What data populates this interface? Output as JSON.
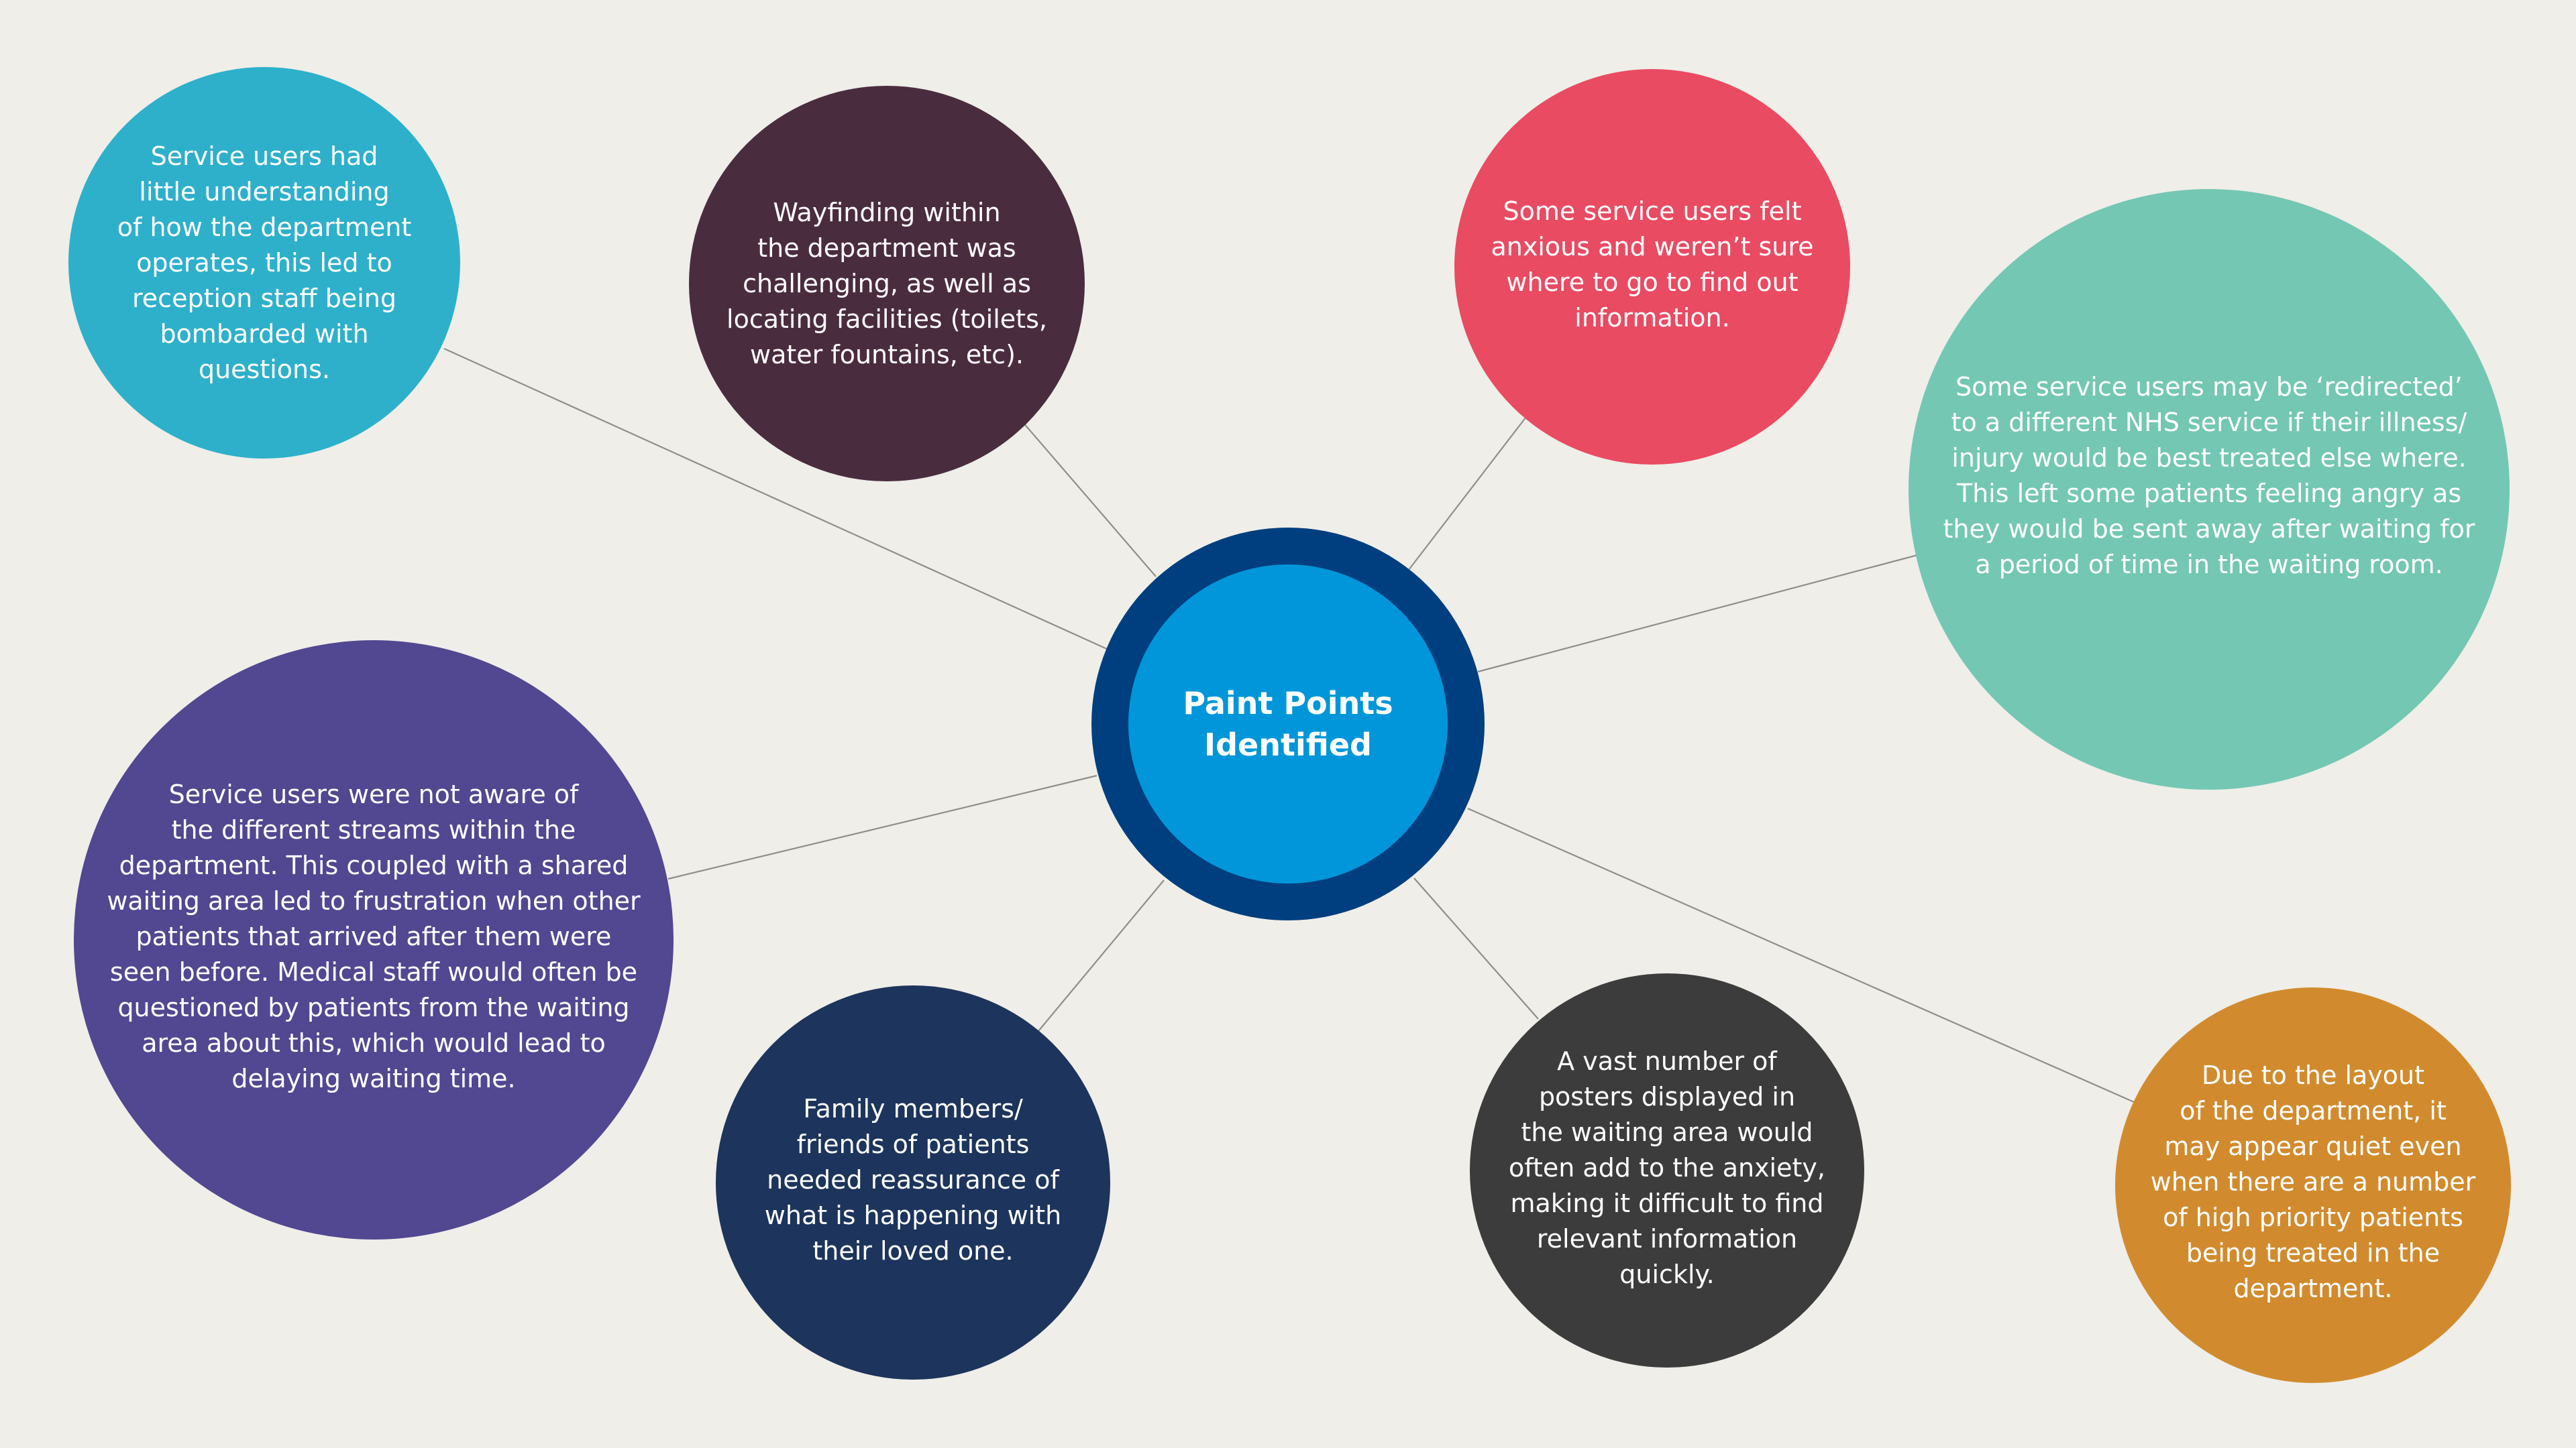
{
  "center": {
    "lines": [
      "Paint Points",
      "Identified"
    ]
  },
  "points": [
    {
      "id": "reception-questions",
      "color": "#2eb0cb",
      "lines": [
        "Service users had",
        "little understanding",
        "of how the department",
        "operates, this led to",
        "reception staff being",
        "bombarded with",
        "questions."
      ]
    },
    {
      "id": "wayfinding",
      "color": "#4a2c3f",
      "lines": [
        "Wayfinding within",
        "the department was",
        "challenging, as well as",
        "locating facilities (toilets,",
        "water fountains, etc)."
      ]
    },
    {
      "id": "anxious-information",
      "color": "#e94b62",
      "lines": [
        "Some service users felt",
        "anxious and weren’t sure",
        "where to go to find out",
        "information."
      ]
    },
    {
      "id": "redirected",
      "color": "#74c7b3",
      "lines": [
        "Some service users may be ‘redirected’",
        "to a different NHS service if their illness/",
        "injury would be best treated else where.",
        "This left some patients feeling angry  as",
        "they would be sent away after waiting for",
        "a period of time in the waiting room."
      ]
    },
    {
      "id": "streams-unaware",
      "color": "#524791",
      "lines": [
        "Service users were not aware of",
        "the different streams within the",
        "department. This coupled with a shared",
        "waiting area led to frustration when other",
        "patients that arrived after them were",
        "seen before. Medical staff would often be",
        "questioned by patients from the waiting",
        "area about this, which would lead to",
        "delaying waiting time."
      ]
    },
    {
      "id": "family-reassurance",
      "color": "#1d345c",
      "lines": [
        "Family members/",
        "friends of patients",
        "needed reassurance of",
        "what is happening with",
        "their loved one."
      ]
    },
    {
      "id": "posters-anxiety",
      "color": "#3c3c3c",
      "lines": [
        "A vast number of",
        "posters displayed in",
        "the waiting area would",
        "often add to the anxiety,",
        "making it difficult to find",
        "relevant information",
        "quickly."
      ]
    },
    {
      "id": "layout-quiet",
      "color": "#d18b2e",
      "lines": [
        "Due to the layout",
        "of the department, it",
        "may appear quiet even",
        "when there are a number",
        "of high priority patients",
        "being treated in the",
        "department."
      ]
    }
  ]
}
